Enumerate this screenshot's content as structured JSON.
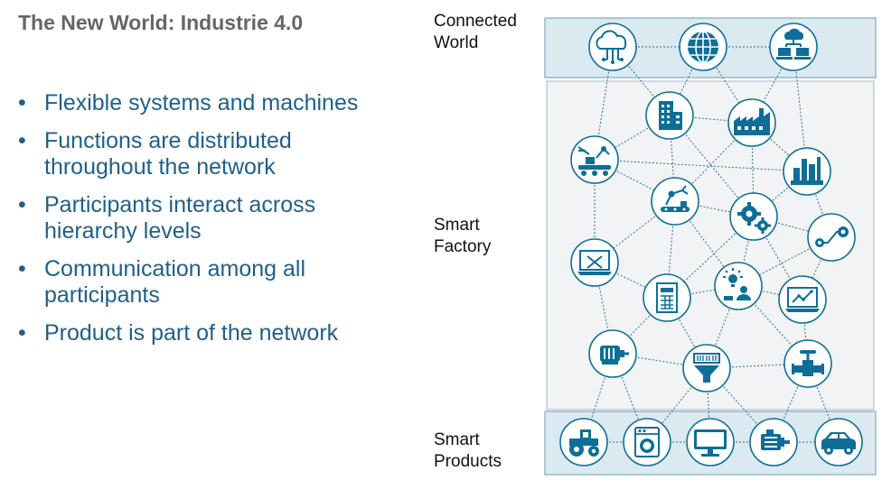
{
  "title": "The New World: Industrie 4.0",
  "bullets": [
    [
      "Flexible systems and machines"
    ],
    [
      "Functions are distributed",
      "throughout the network"
    ],
    [
      "Participants interact across",
      "hierarchy levels"
    ],
    [
      "Communication among all",
      "participants"
    ],
    [
      "Product is part of the network"
    ]
  ],
  "layers": {
    "connected_world": [
      "Connected",
      "World"
    ],
    "smart_factory": [
      "Smart",
      "Factory"
    ],
    "smart_products": [
      "Smart",
      "Products"
    ]
  },
  "colors": {
    "icon": "#0e6e98",
    "band_fill": "#dbe9f1",
    "panel_fill": "#f1f3f4",
    "link": "#2f6f95"
  },
  "nodes": [
    {
      "id": "cloud-circuit",
      "icon": "cloud-circuit-icon"
    },
    {
      "id": "globe",
      "icon": "globe-icon"
    },
    {
      "id": "cloud-computers",
      "icon": "cloud-computers-icon"
    },
    {
      "id": "office-building",
      "icon": "office-building-icon"
    },
    {
      "id": "factory",
      "icon": "factory-icon"
    },
    {
      "id": "conveyor-robot",
      "icon": "conveyor-robot-icon"
    },
    {
      "id": "refinery",
      "icon": "refinery-icon"
    },
    {
      "id": "robot-arm",
      "icon": "robot-arm-icon"
    },
    {
      "id": "gears",
      "icon": "gears-icon"
    },
    {
      "id": "steam-valve",
      "icon": "steam-valve-icon"
    },
    {
      "id": "tools-laptop",
      "icon": "tools-laptop-icon"
    },
    {
      "id": "spreadsheet",
      "icon": "spreadsheet-icon"
    },
    {
      "id": "worker-idea",
      "icon": "worker-idea-icon"
    },
    {
      "id": "chart-laptop",
      "icon": "chart-laptop-icon"
    },
    {
      "id": "motor",
      "icon": "motor-icon"
    },
    {
      "id": "barcode-filter",
      "icon": "barcode-filter-icon"
    },
    {
      "id": "pipe-valve",
      "icon": "pipe-valve-icon"
    },
    {
      "id": "tractor",
      "icon": "tractor-icon"
    },
    {
      "id": "washing-machine",
      "icon": "washing-machine-icon"
    },
    {
      "id": "monitor",
      "icon": "monitor-icon"
    },
    {
      "id": "engine",
      "icon": "engine-icon"
    },
    {
      "id": "car",
      "icon": "car-icon"
    }
  ],
  "links": [
    [
      "cloud-circuit",
      "globe"
    ],
    [
      "globe",
      "cloud-computers"
    ],
    [
      "cloud-circuit",
      "office-building"
    ],
    [
      "globe",
      "office-building"
    ],
    [
      "globe",
      "factory"
    ],
    [
      "cloud-computers",
      "factory"
    ],
    [
      "cloud-computers",
      "refinery"
    ],
    [
      "cloud-circuit",
      "conveyor-robot"
    ],
    [
      "office-building",
      "factory"
    ],
    [
      "office-building",
      "conveyor-robot"
    ],
    [
      "office-building",
      "robot-arm"
    ],
    [
      "office-building",
      "gears"
    ],
    [
      "factory",
      "refinery"
    ],
    [
      "factory",
      "robot-arm"
    ],
    [
      "factory",
      "gears"
    ],
    [
      "conveyor-robot",
      "refinery"
    ],
    [
      "conveyor-robot",
      "robot-arm"
    ],
    [
      "conveyor-robot",
      "tools-laptop"
    ],
    [
      "refinery",
      "gears"
    ],
    [
      "refinery",
      "steam-valve"
    ],
    [
      "robot-arm",
      "gears"
    ],
    [
      "robot-arm",
      "tools-laptop"
    ],
    [
      "robot-arm",
      "spreadsheet"
    ],
    [
      "robot-arm",
      "worker-idea"
    ],
    [
      "gears",
      "steam-valve"
    ],
    [
      "gears",
      "worker-idea"
    ],
    [
      "gears",
      "chart-laptop"
    ],
    [
      "gears",
      "spreadsheet"
    ],
    [
      "steam-valve",
      "chart-laptop"
    ],
    [
      "steam-valve",
      "worker-idea"
    ],
    [
      "tools-laptop",
      "spreadsheet"
    ],
    [
      "tools-laptop",
      "motor"
    ],
    [
      "spreadsheet",
      "worker-idea"
    ],
    [
      "spreadsheet",
      "motor"
    ],
    [
      "spreadsheet",
      "barcode-filter"
    ],
    [
      "worker-idea",
      "chart-laptop"
    ],
    [
      "worker-idea",
      "barcode-filter"
    ],
    [
      "worker-idea",
      "pipe-valve"
    ],
    [
      "chart-laptop",
      "pipe-valve"
    ],
    [
      "motor",
      "barcode-filter"
    ],
    [
      "motor",
      "tractor"
    ],
    [
      "motor",
      "washing-machine"
    ],
    [
      "barcode-filter",
      "pipe-valve"
    ],
    [
      "barcode-filter",
      "washing-machine"
    ],
    [
      "barcode-filter",
      "monitor"
    ],
    [
      "barcode-filter",
      "engine"
    ],
    [
      "pipe-valve",
      "engine"
    ],
    [
      "pipe-valve",
      "car"
    ],
    [
      "tractor",
      "washing-machine"
    ],
    [
      "washing-machine",
      "monitor"
    ],
    [
      "monitor",
      "engine"
    ],
    [
      "engine",
      "car"
    ]
  ]
}
